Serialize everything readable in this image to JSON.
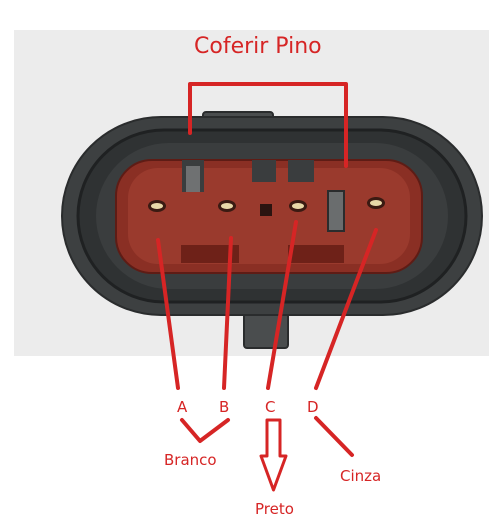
{
  "title": "Coferir Pino",
  "pins": [
    {
      "id": "A",
      "label": "A"
    },
    {
      "id": "B",
      "label": "B"
    },
    {
      "id": "C",
      "label": "C"
    },
    {
      "id": "D",
      "label": "D"
    }
  ],
  "groups": {
    "white": "Branco",
    "black": "Preto",
    "gray": "Cinza"
  },
  "colors": {
    "annotation": "#d62525",
    "housing": "#3a3d3e",
    "pin_cavity": "#8a2f24",
    "background": "#ececec"
  }
}
